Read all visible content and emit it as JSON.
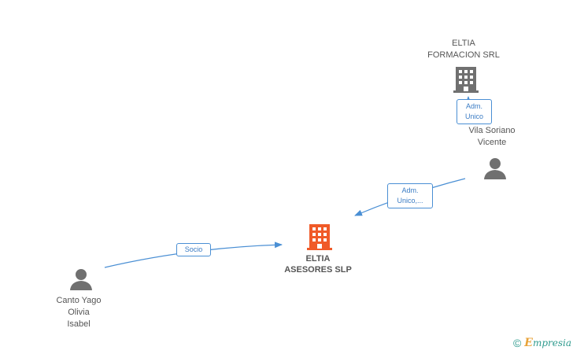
{
  "nodes": {
    "main_company": {
      "lines": [
        "ELTIA",
        "ASESORES SLP"
      ],
      "color": "#f05a28"
    },
    "formacion": {
      "lines": [
        "ELTIA",
        "FORMACION SRL"
      ],
      "color": "#707070"
    },
    "vila": {
      "lines": [
        "Vila Soriano",
        "Vicente"
      ]
    },
    "canto": {
      "lines": [
        "Canto Yago",
        "Olivia",
        "Isabel"
      ]
    }
  },
  "edges": {
    "adm_unico_formacion": {
      "lines": [
        "Adm.",
        "Unico"
      ]
    },
    "adm_unico_main": {
      "lines": [
        "Adm.",
        "Unico,..."
      ]
    },
    "socio": {
      "lines": [
        "Socio"
      ]
    }
  },
  "colors": {
    "edge": "#4a8fd4",
    "person": "#707070"
  },
  "brand": {
    "copyright": "©",
    "e": "E",
    "rest": "mpresia"
  }
}
